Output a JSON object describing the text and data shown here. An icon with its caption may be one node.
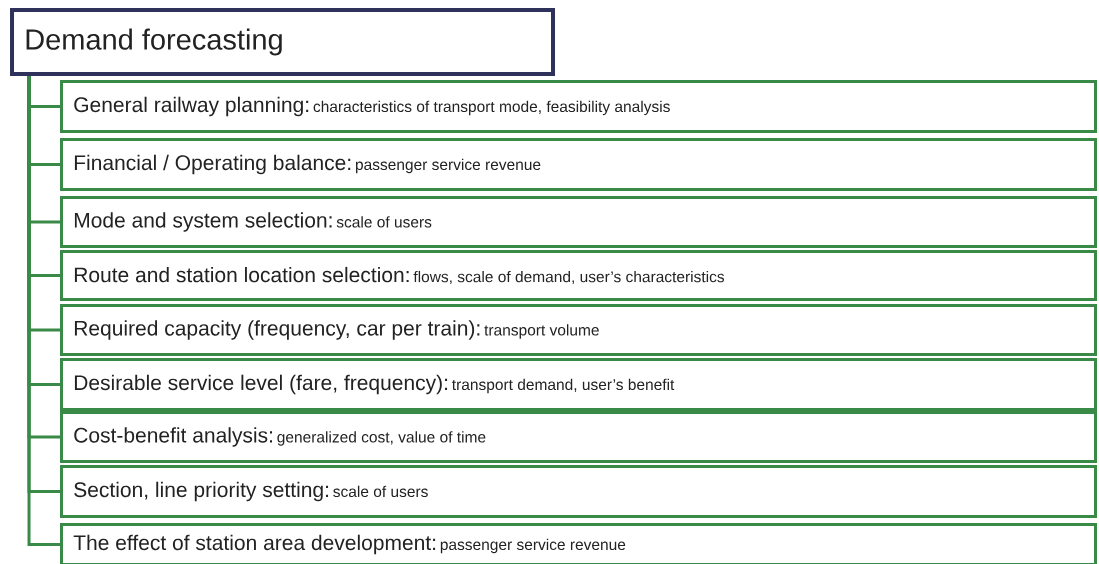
{
  "diagram": {
    "nodes": [
      {
        "text": [
          "Demand forecasting"
        ]
      },
      {
        "text": [
          "General railway planning:",
          "characteristics of transport mode, feasibility analysis"
        ]
      },
      {
        "text": [
          "Financial / Operating balance:",
          "passenger service revenue"
        ]
      },
      {
        "text": [
          "Mode and system selection:",
          "scale of users"
        ]
      },
      {
        "text": [
          "Route and station location selection:",
          "flows, scale of demand, user’s characteristics"
        ]
      },
      {
        "text": [
          "Required capacity (frequency, car per train):",
          "transport volume"
        ]
      },
      {
        "text": [
          "Desirable service level (fare, frequency):",
          "transport demand, user’s benefit"
        ]
      },
      {
        "text": [
          "Cost-benefit analysis:",
          "generalized cost, value of time"
        ]
      },
      {
        "text": [
          "Section, line priority setting:",
          "scale of users"
        ]
      },
      {
        "text": [
          "The effect of station area development:",
          "passenger service revenue"
        ]
      }
    ],
    "edges": [
      {
        "from": 0,
        "to": 1,
        "arrow": "none"
      },
      {
        "from": 0,
        "to": 2,
        "arrow": "none"
      },
      {
        "from": 0,
        "to": 3,
        "arrow": "none"
      },
      {
        "from": 0,
        "to": 4,
        "arrow": "none"
      },
      {
        "from": 0,
        "to": 5,
        "arrow": "none"
      },
      {
        "from": 0,
        "to": 6,
        "arrow": "none"
      },
      {
        "from": 0,
        "to": 7,
        "arrow": "none"
      },
      {
        "from": 0,
        "to": 8,
        "arrow": "none"
      },
      {
        "from": 0,
        "to": 9,
        "arrow": "none"
      }
    ]
  }
}
